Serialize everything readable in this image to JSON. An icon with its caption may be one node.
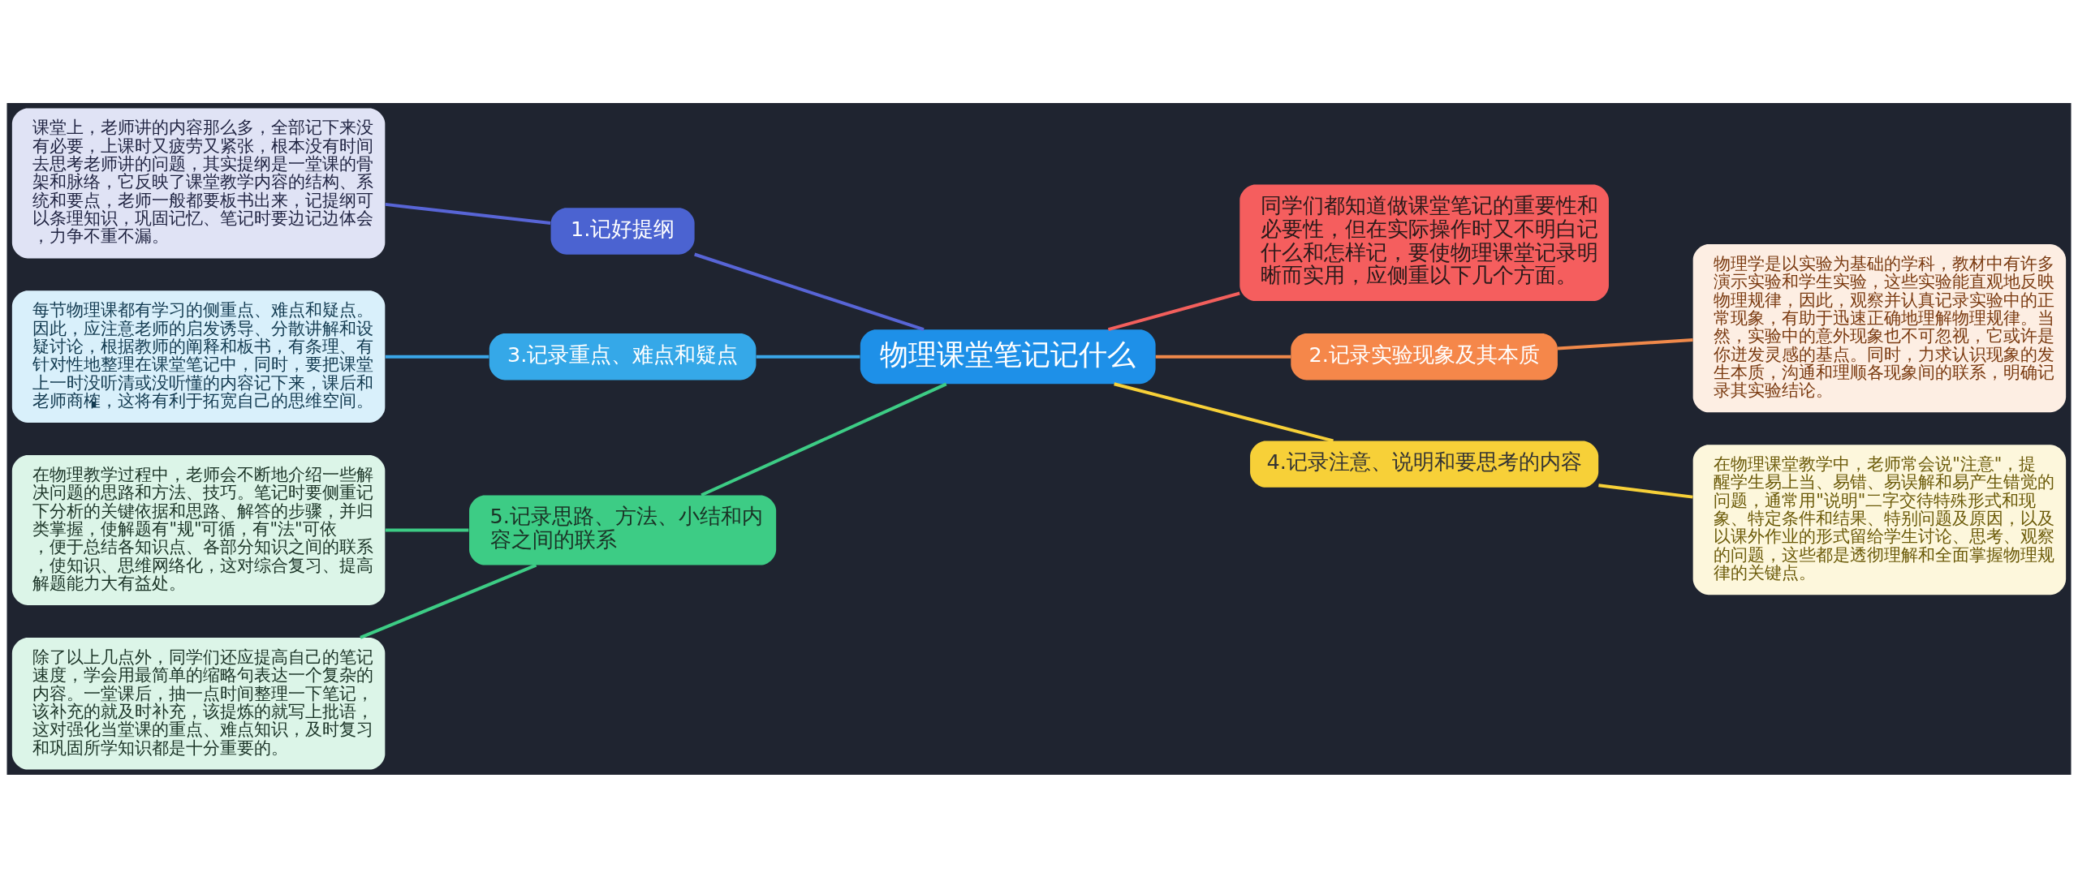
{
  "diagram": {
    "nodes": [
      {
        "text": [
          "物理课堂笔记记什么"
        ]
      },
      {
        "text": [
          "同学们都知道做课堂笔记的重要性和必要性，但在实际操作时又不明白记什么和怎样记，要使物理课堂记录明晰而实用，应侧重以下几个方面。"
        ]
      },
      {
        "text": [
          "2.记录实验现象及其本质"
        ]
      },
      {
        "text": [
          "物理学是以实验为基础的学科，教材中有许多演示实验和学生实验，这些实验能直观地反映物理规律，因此，观察并认真记录实验中的正常现象，有助于迅速正确地理解物理规律。当然，实验中的意外现象也不可忽视，它或许是你迸发灵感的基点。同时，力求认识现象的发生本质，沟通和理顺各现象间的联系，明确记录其实验结论。"
        ]
      },
      {
        "text": [
          "4.记录注意、说明和要思考的内容"
        ]
      },
      {
        "text": [
          "在物理课堂教学中，老师常会说\"注意\"，提醒学生易上当、易错、易误解和易产生错觉的问题，通常用\"说明\"二字交待特殊形式和现象、特定条件和结果、特别问题及原因，以及以课外作业的形式留给学生讨论、思考、观察的问题，这些都是透彻理解和全面掌握物理规律的关键点。"
        ]
      },
      {
        "text": [
          "1.记好提纲"
        ]
      },
      {
        "text": [
          "课堂上，老师讲的内容那么多，全部记下来没有必要，上课时又疲劳又紧张，根本没有时间去思考老师讲的问题，其实提纲是一堂课的骨架和脉络，它反映了课堂教学内容的结构、系统和要点，老师一般都要板书出来，记提纲可以条理知识，巩固记忆、笔记时要边记边体会，力争不重不漏。"
        ]
      },
      {
        "text": [
          "3.记录重点、难点和疑点"
        ]
      },
      {
        "text": [
          "每节物理课都有学习的侧重点、难点和疑点。因此，应注意老师的启发诱导、分散讲解和设疑讨论，根据教师的阐释和板书，有条理、有针对性地整理在课堂笔记中，同时，要把课堂上一时没听清或没听懂的内容记下来，课后和老师商榷，这将有利于拓宽自己的思维空间。"
        ]
      },
      {
        "text": [
          "5.记录思路、方法、小结和内容之间的联系"
        ]
      },
      {
        "text": [
          "在物理教学过程中，老师会不断地介绍一些解决问题的思路和方法、技巧。笔记时要侧重记下分析的关键依据和思路、解答的步骤，并归类掌握，使解题有\"规\"可循，有\"法\"可依，便于总结各知识点、各部分知识之间的联系，使知识、思维网络化，这对综合复习、提高解题能力大有益处。"
        ]
      },
      {
        "text": [
          "除了以上几点外，同学们还应提高自己的笔记速度，学会用最简单的缩略句表达一个复杂的内容。一堂课后，抽一点时间整理一下笔记，该补充的就及时补充，该提炼的就写上批语，这对强化当堂课的重点、难点知识，及时复习和巩固所学知识都是十分重要的。"
        ]
      }
    ],
    "edges": [
      {
        "from": 0,
        "to": 1,
        "arrow": "none",
        "color": "#f25f5c"
      },
      {
        "from": 0,
        "to": 2,
        "arrow": "none",
        "color": "#f0894a"
      },
      {
        "from": 2,
        "to": 3,
        "arrow": "none",
        "color": "#f0894a"
      },
      {
        "from": 0,
        "to": 4,
        "arrow": "none",
        "color": "#f7d038"
      },
      {
        "from": 4,
        "to": 5,
        "arrow": "none",
        "color": "#f7d038"
      },
      {
        "from": 0,
        "to": 6,
        "arrow": "none",
        "color": "#5865d6"
      },
      {
        "from": 6,
        "to": 7,
        "arrow": "none",
        "color": "#5865d6"
      },
      {
        "from": 0,
        "to": 8,
        "arrow": "none",
        "color": "#3aa6e8"
      },
      {
        "from": 8,
        "to": 9,
        "arrow": "none",
        "color": "#3aa6e8"
      },
      {
        "from": 0,
        "to": 10,
        "arrow": "none",
        "color": "#3dcc85"
      },
      {
        "from": 10,
        "to": 11,
        "arrow": "none",
        "color": "#3dcc85"
      },
      {
        "from": 10,
        "to": 12,
        "arrow": "none",
        "color": "#3dcc85"
      }
    ]
  }
}
